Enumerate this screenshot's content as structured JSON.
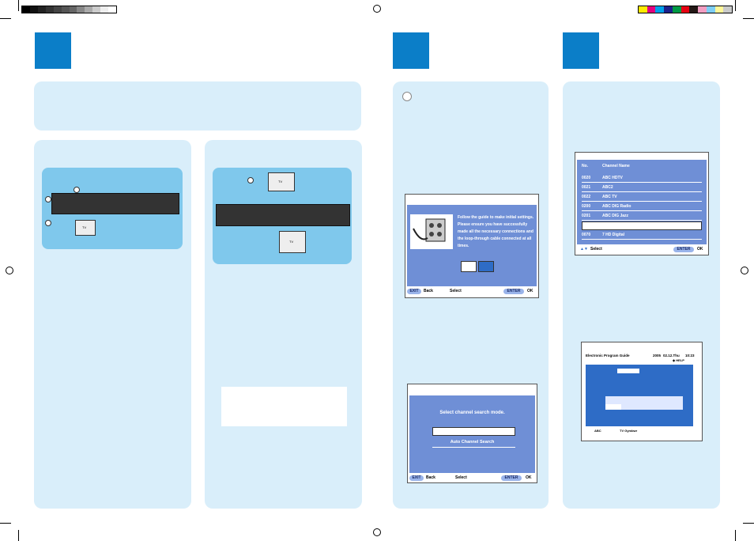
{
  "colors": {
    "accent": "#0b7ec8",
    "panel": "#d9eefa",
    "inner_panel": "#7fc8ec",
    "screen_body": "#6f8fd6",
    "button": "#9ab4ea"
  },
  "diagrams": {
    "tv_label_a": "TV",
    "tv_label_b": "TV",
    "tv_label_c": "TV"
  },
  "setup_screen": {
    "message": "Follow the guide to make initial settings. Please ensure you have successfully made all the necessary connections and the loop-through cable connected at all times.",
    "footer_back_key": "EXIT",
    "footer_back": "Back",
    "footer_select": "Select",
    "footer_ok_key": "ENTER",
    "footer_ok": "OK"
  },
  "search_screen": {
    "prompt": "Select channel search mode.",
    "option": "Auto Channel Search",
    "footer_back_key": "EXIT",
    "footer_back": "Back",
    "footer_select": "Select",
    "footer_ok_key": "ENTER",
    "footer_ok": "OK"
  },
  "channel_list": {
    "col_no": "No.",
    "col_name": "Channel Name",
    "rows": [
      {
        "no": "0020",
        "name": "ABC HDTV"
      },
      {
        "no": "0021",
        "name": "ABC2"
      },
      {
        "no": "0022",
        "name": "ABC TV"
      },
      {
        "no": "0200",
        "name": "ABC DIG Radio"
      },
      {
        "no": "0201",
        "name": "ABC DIG Jazz"
      },
      {
        "no": "",
        "name": ""
      },
      {
        "no": "0070",
        "name": "7 HD Digital"
      }
    ],
    "footer_select": "Select",
    "footer_ok_key": "ENTER",
    "footer_ok": "OK"
  },
  "epg": {
    "title": "Electronic Program Guide",
    "date": "2005",
    "day": "02.12.Thu",
    "time": "10:23",
    "help": "HELP",
    "bottom_left": "ABC",
    "bottom_right": "TV Gymbwr"
  }
}
